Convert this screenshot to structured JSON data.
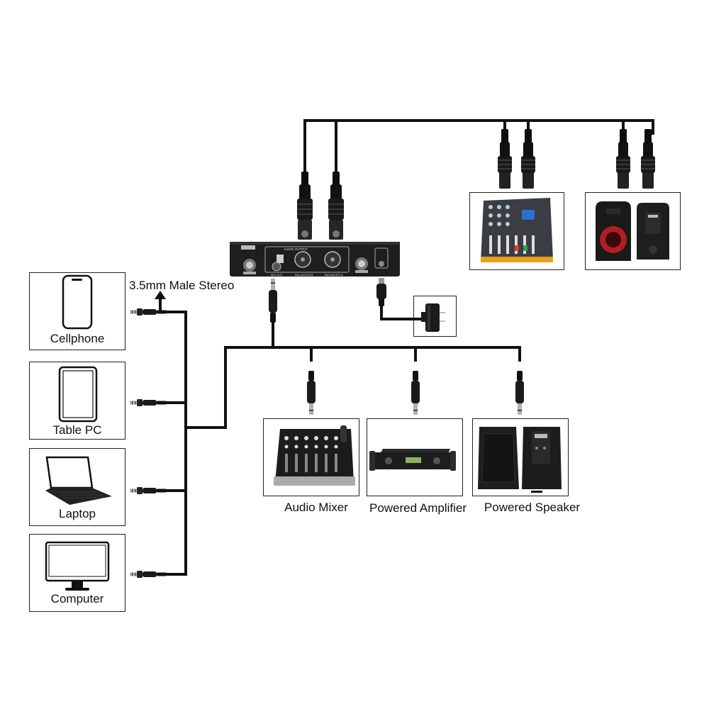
{
  "annotation": "3.5mm Male Stereo",
  "left_devices": [
    {
      "label": "Cellphone",
      "icon": "cellphone-icon"
    },
    {
      "label": "Table PC",
      "icon": "tablet-icon"
    },
    {
      "label": "Laptop",
      "icon": "laptop-icon"
    },
    {
      "label": "Computer",
      "icon": "computer-monitor-icon"
    }
  ],
  "bottom_devices": [
    {
      "label": "Audio Mixer",
      "icon": "audio-mixer-icon"
    },
    {
      "label": "Powered Amplifier",
      "icon": "power-amplifier-icon"
    },
    {
      "label": "Powered Speaker",
      "icon": "powered-speaker-icon"
    }
  ],
  "top_devices": [
    {
      "icon": "mixer-console-icon"
    },
    {
      "icon": "speaker-pair-icon"
    }
  ],
  "receiver": {
    "icon": "wireless-receiver-icon",
    "labels": [
      "AUDIO OUTPUT",
      "MIX OUT",
      "BALANCED-B",
      "BALANCED-A"
    ]
  },
  "adapter": {
    "icon": "power-adapter-icon"
  }
}
